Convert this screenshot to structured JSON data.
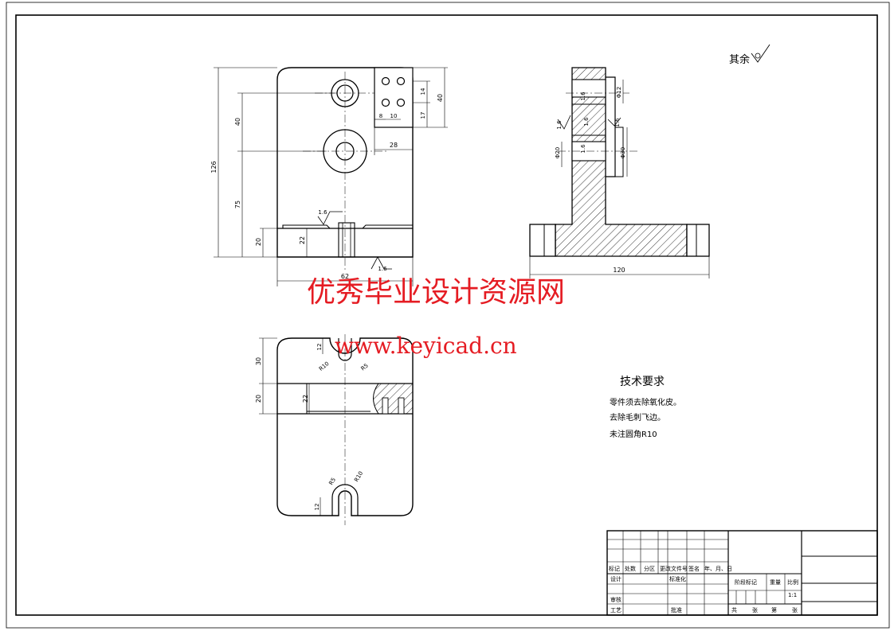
{
  "surface_note": "其余",
  "watermark": {
    "line1": "优秀毕业设计资源网",
    "line2": "www.keyicad.cn",
    "color": "#e51c23"
  },
  "tech_requirements": {
    "title": "技术要求",
    "items": [
      "零件须去除氧化皮。",
      "去除毛刺飞边。",
      "未注圆角R10"
    ]
  },
  "front_view_dims": {
    "height_overall": "126",
    "d40": "40",
    "d75": "75",
    "d20": "20",
    "d22": "22",
    "width": "62",
    "d28": "28",
    "d14": "14",
    "d17": "17",
    "d40r": "40",
    "d8": "8",
    "d10": "10",
    "roughness": "1.6",
    "roughness_top": "1.6"
  },
  "side_view_dims": {
    "width": "120",
    "phi12": "Φ12",
    "phi20": "Φ20",
    "phi30": "Φ30",
    "r1": "1.6",
    "r2": "1.6",
    "r3": "1.6",
    "r4": "1.6",
    "r5": "1.6"
  },
  "top_view_dims": {
    "d30": "30",
    "d20": "20",
    "d22": "22",
    "d12": "12",
    "r10a": "R10",
    "r5a": "R5",
    "r5b": "R5",
    "r10b": "R10",
    "d12b": "12"
  },
  "title_block": {
    "labels": [
      "标记",
      "处数",
      "分区",
      "更改文件号",
      "签名",
      "年、月、日"
    ],
    "design": "设计",
    "standardize": "标准化",
    "review": "审核",
    "process": "工艺",
    "approve": "批准",
    "stage_mark": "阶段标记",
    "weight": "重量",
    "scale": "比例",
    "scale_value": "1:1",
    "total": "共",
    "sheets": "张",
    "page": "第",
    "sheet2": "张"
  }
}
